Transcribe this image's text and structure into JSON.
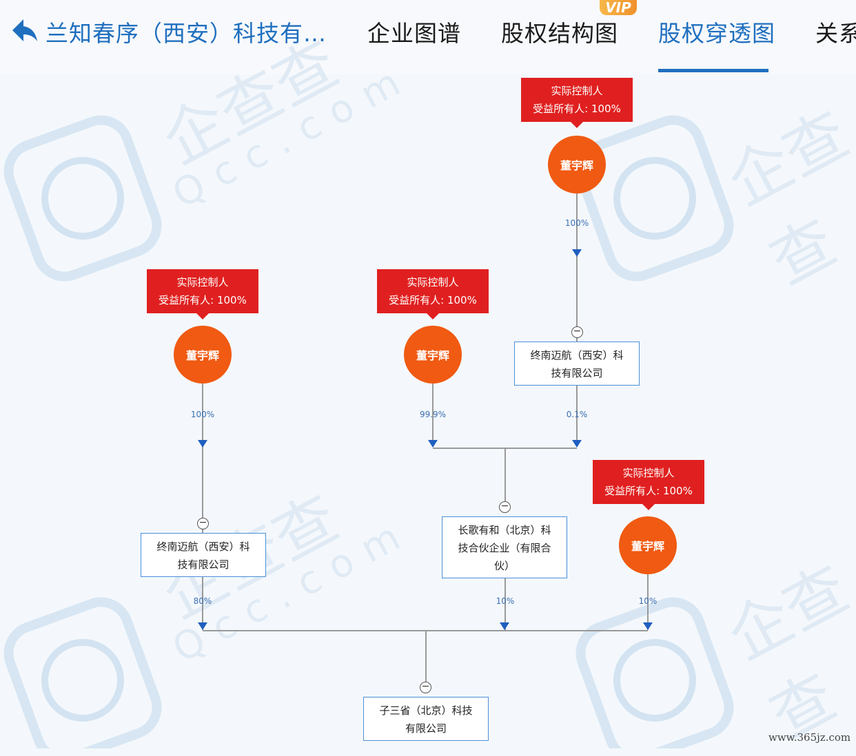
{
  "header": {
    "company_title": "兰知春序（西安）科技有…",
    "tabs": [
      {
        "label": "企业图谱"
      },
      {
        "label": "股权结构图"
      },
      {
        "label": "股权穿透图"
      },
      {
        "label": "关系"
      }
    ],
    "vip_label": "VIP"
  },
  "controller_tag": {
    "line1": "实际控制人",
    "line2": "受益所有人: 100%"
  },
  "nodes": {
    "person_name": "董宇辉",
    "company_zhongnan_line1": "终南迈航（西安）科",
    "company_zhongnan_line2": "技有限公司",
    "company_changge_line1": "长歌有和（北京）科",
    "company_changge_line2": "技合伙企业（有限合",
    "company_changge_line3": "伙）",
    "company_zisansheng_line1": "子三省（北京）科技",
    "company_zisansheng_line2": "有限公司"
  },
  "edges": {
    "top_person_to_zhongnan": "100%",
    "left_person_to_zhongnan": "100%",
    "mid_person_to_changge": "99.9%",
    "zhongnan_to_changge": "0.1%",
    "zhongnan_to_zisansheng": "80%",
    "changge_to_zisansheng": "10%",
    "right_person_to_zisansheng": "10%"
  },
  "watermark": {
    "brand": "企查查",
    "domain": "Qcc.com"
  },
  "credit": "www.365jz.com",
  "colors": {
    "accent": "#1f6fbf",
    "tag_red": "#e02020",
    "person_orange": "#f05a12",
    "box_border": "#4a8fd8",
    "arrow_blue": "#1f5fbf"
  }
}
